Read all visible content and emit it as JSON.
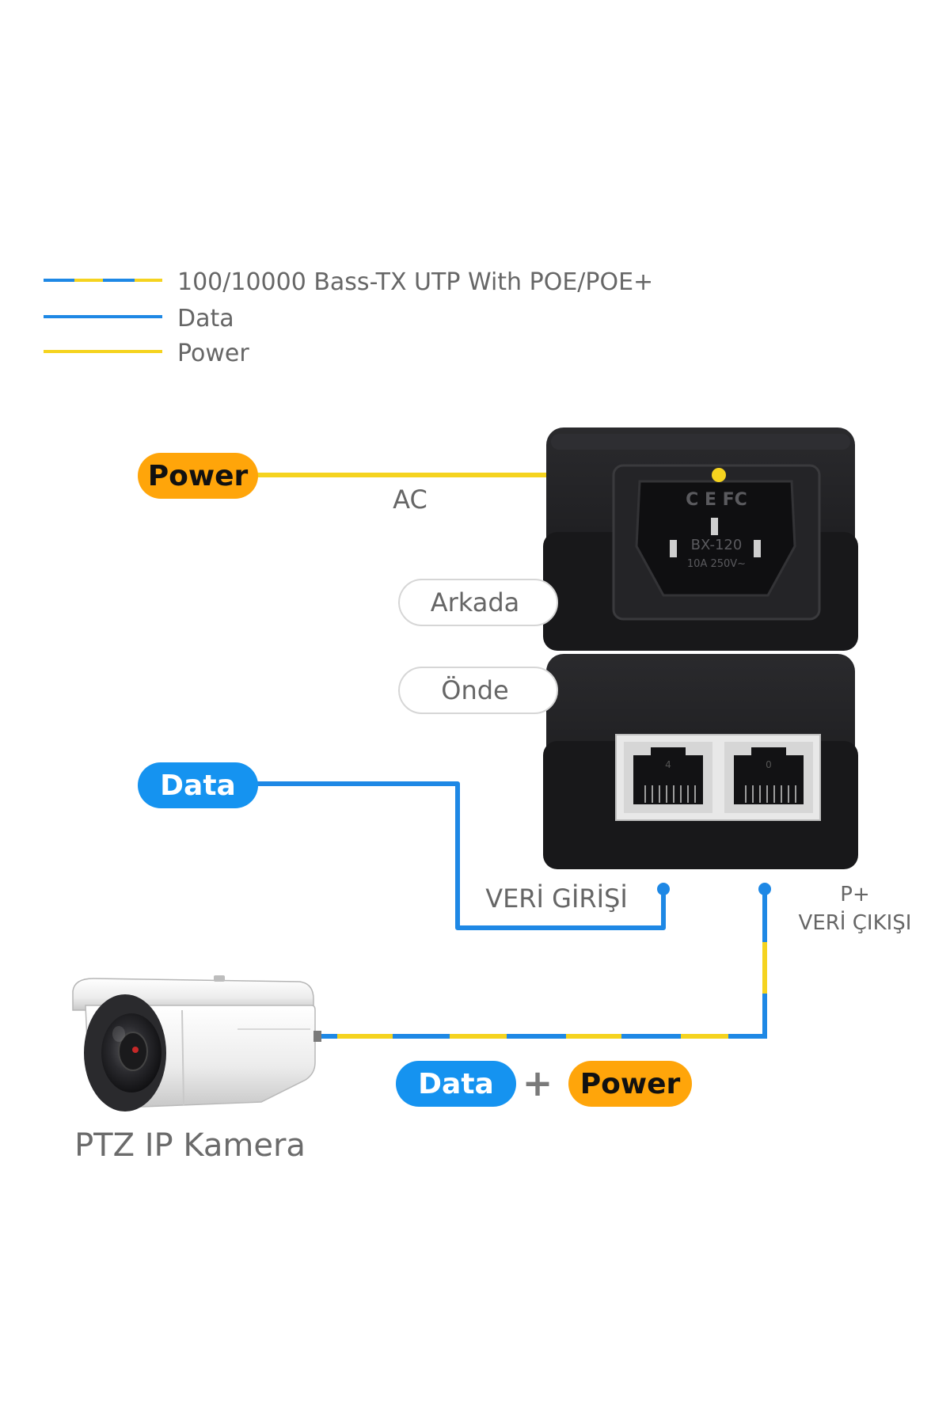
{
  "legend": {
    "items": [
      {
        "label": "100/10000 Bass-TX UTP With POE/POE+",
        "style": "mixed"
      },
      {
        "label": "Data",
        "style": "data"
      },
      {
        "label": "Power",
        "style": "power"
      }
    ]
  },
  "badges": {
    "power_left": "Power",
    "data_left": "Data",
    "data_bottom": "Data",
    "plus": "+",
    "power_bottom": "Power"
  },
  "labels": {
    "ac": "AC",
    "rear": "Arkada",
    "front": "Önde",
    "data_in": "VERİ GİRİŞİ",
    "p_plus": "P+",
    "data_out": "VERİ ÇIKIŞI",
    "camera": "PTZ IP Kamera"
  },
  "device_markings": {
    "cert": "C E  FC",
    "model": "BX-120",
    "rating": "10A 250V~",
    "port_1": "4",
    "port_2": "0"
  },
  "colors": {
    "data": "#1e88e5",
    "power": "#f5d31f",
    "badge_data": "#1593f0",
    "badge_power": "#ffa50a",
    "text_gray": "#666666",
    "device": "#1b1b1d"
  }
}
